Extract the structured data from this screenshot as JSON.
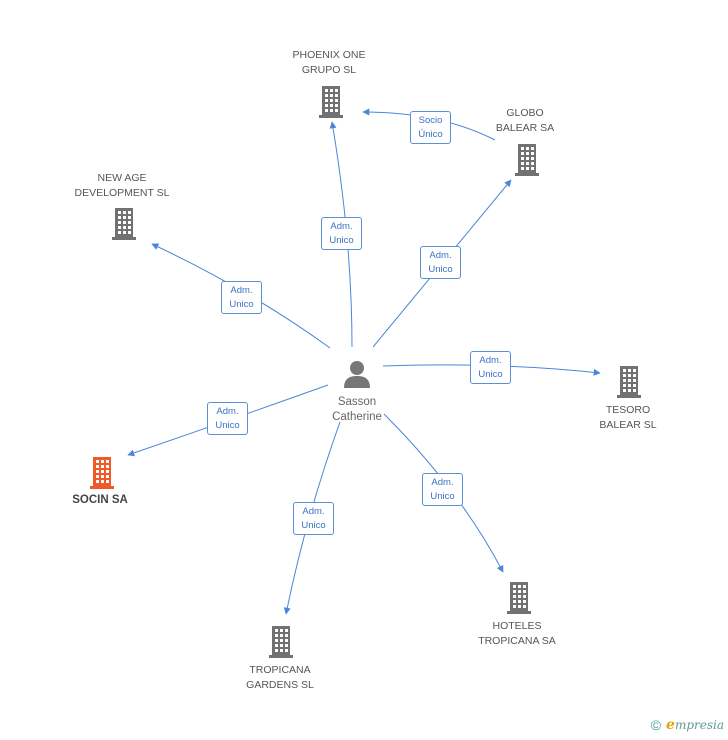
{
  "colors": {
    "edge": "#4a86d8",
    "building": "#717171",
    "building_main": "#f05a28",
    "person": "#777777",
    "badge_border": "#5b8fd6",
    "badge_text": "#3a72c4"
  },
  "nodes": {
    "person": {
      "lines": [
        "Sasson",
        "Catherine"
      ],
      "icon": "person-icon"
    },
    "phoenix": {
      "lines": [
        "PHOENIX ONE",
        "GRUPO SL"
      ],
      "icon": "building-icon"
    },
    "globo": {
      "lines": [
        "GLOBO",
        "BALEAR SA"
      ],
      "icon": "building-icon"
    },
    "newage": {
      "lines": [
        "NEW AGE",
        "DEVELOPMENT SL"
      ],
      "icon": "building-icon"
    },
    "tesoro": {
      "lines": [
        "TESORO",
        "BALEAR SL"
      ],
      "icon": "building-icon"
    },
    "socin": {
      "lines": [
        "SOCIN SA"
      ],
      "icon": "building-icon"
    },
    "hoteles": {
      "lines": [
        "HOTELES",
        "TROPICANA SA"
      ],
      "icon": "building-icon"
    },
    "tropicana": {
      "lines": [
        "TROPICANA",
        "GARDENS SL"
      ],
      "icon": "building-icon"
    }
  },
  "edges": {
    "person_phoenix": {
      "lines": [
        "Adm.",
        "Unico"
      ]
    },
    "globo_phoenix": {
      "lines": [
        "Socio",
        "Único"
      ]
    },
    "person_globo": {
      "lines": [
        "Adm.",
        "Unico"
      ]
    },
    "person_newage": {
      "lines": [
        "Adm.",
        "Unico"
      ]
    },
    "person_tesoro": {
      "lines": [
        "Adm.",
        "Unico"
      ]
    },
    "person_socin": {
      "lines": [
        "Adm.",
        "Unico"
      ]
    },
    "person_hoteles": {
      "lines": [
        "Adm.",
        "Unico"
      ]
    },
    "person_tropicana": {
      "lines": [
        "Adm.",
        "Unico"
      ]
    }
  },
  "footer": {
    "copyright": "©",
    "brand_first": "e",
    "brand_rest": "mpresia"
  }
}
